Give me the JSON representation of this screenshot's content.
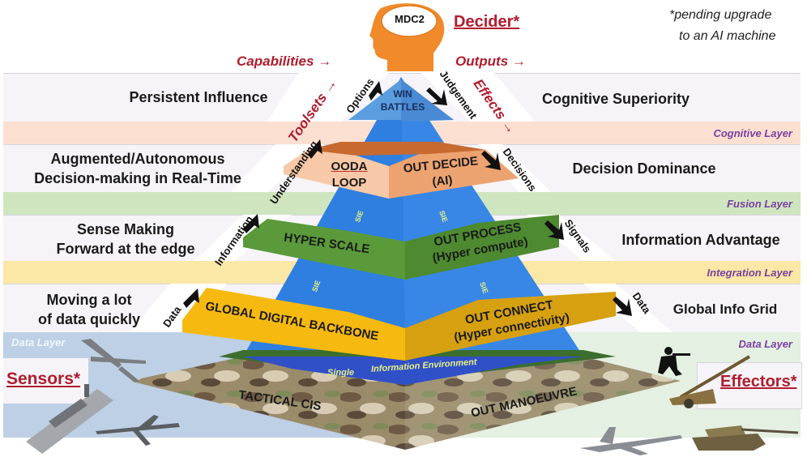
{
  "header": {
    "brain_label": "MDC2",
    "decider": "Decider*",
    "note_line1": "*pending upgrade",
    "note_line2": "to an AI machine",
    "capabilities": "Capabilities →",
    "outputs": "Outputs →",
    "toolsets": "Toolsets →",
    "effects": "Effects →"
  },
  "rows": {
    "left": [
      {
        "line1": "Persistent Influence",
        "line2": ""
      },
      {
        "line1": "Augmented/Autonomous",
        "line2": "Decision-making in Real-Time"
      },
      {
        "line1": "Sense Making",
        "line2": "Forward at the edge"
      },
      {
        "line1": "Moving a lot",
        "line2": "of data quickly"
      }
    ],
    "right": [
      "Cognitive Superiority",
      "Decision Dominance",
      "Information Advantage",
      "Global Info Grid"
    ]
  },
  "layers": {
    "cognitive": "Cognitive Layer",
    "fusion": "Fusion Layer",
    "integration": "Integration Layer",
    "data_right": "Data Layer",
    "data_left": "Data Layer"
  },
  "flows": {
    "options": "Options",
    "judgement": "Judgement",
    "understanding": "Understanding",
    "decisions": "Decisions",
    "information": "Information",
    "signals": "Signals",
    "data_in": "Data",
    "data_out": "Data"
  },
  "pyramid": {
    "top_line1": "WIN",
    "top_line2": "BATTLES",
    "ooda_line1": "OODA",
    "ooda_line2": "LOOP",
    "outdecide_line1": "OUT DECIDE",
    "outdecide_line2": "(AI)",
    "hyperscale": "HYPER SCALE",
    "outprocess_line1": "OUT PROCESS",
    "outprocess_line2": "(Hyper compute)",
    "gdb": "GLOBAL DIGITAL BACKBONE",
    "outconnect_line1": "OUT CONNECT",
    "outconnect_line2": "(Hyper connectivity)",
    "sie": "SIE",
    "sie_band_1": "Single",
    "sie_band_2": "Information Environment",
    "tactical": "TACTICAL CIS",
    "manoeuvre": "OUT MANOEUVRE"
  },
  "sides": {
    "sensors": "Sensors*",
    "effectors": "Effectors*"
  },
  "colors": {
    "red": "#b01c2e",
    "purple": "#7b3fa0",
    "cognitive_band": "#fbe0d2",
    "fusion_band": "#cfe5c0",
    "integration_band": "#fbe7a6",
    "data_band_left": "#b9cde3",
    "data_band_right": "#e2efe0",
    "blue": "#2f7fe0",
    "orange_head": "#f08a2a"
  },
  "icons": [
    "brain-head-icon",
    "drone-icon",
    "ship-icon",
    "aircraft-icon",
    "soldier-icon",
    "artillery-icon",
    "fighter-jet-icon",
    "tank-icon"
  ]
}
